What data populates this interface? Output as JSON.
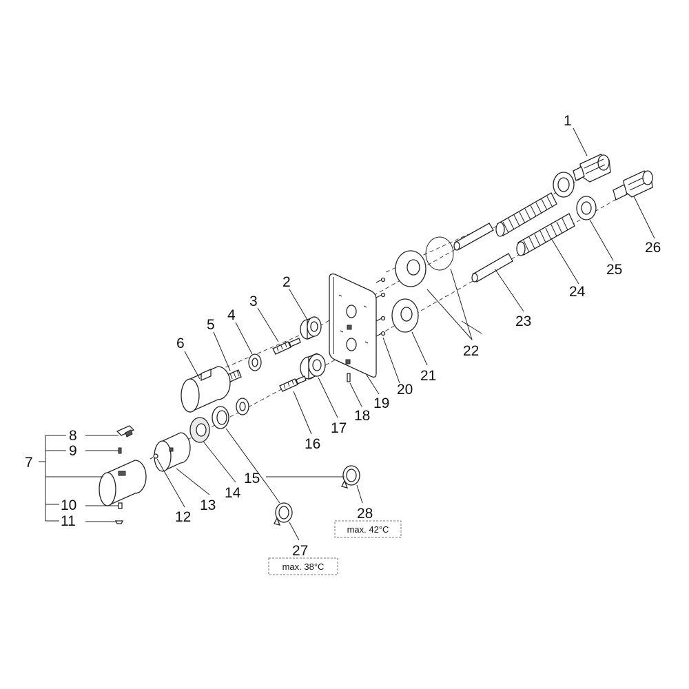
{
  "diagram": {
    "callouts": [
      "1",
      "2",
      "3",
      "4",
      "5",
      "6",
      "7",
      "8",
      "9",
      "10",
      "11",
      "12",
      "13",
      "14",
      "15",
      "16",
      "17",
      "18",
      "19",
      "20",
      "21",
      "22",
      "23",
      "24",
      "25",
      "26",
      "27",
      "28"
    ],
    "notes": {
      "part_27": "max. 38°C",
      "part_28": "max. 42°C"
    }
  }
}
